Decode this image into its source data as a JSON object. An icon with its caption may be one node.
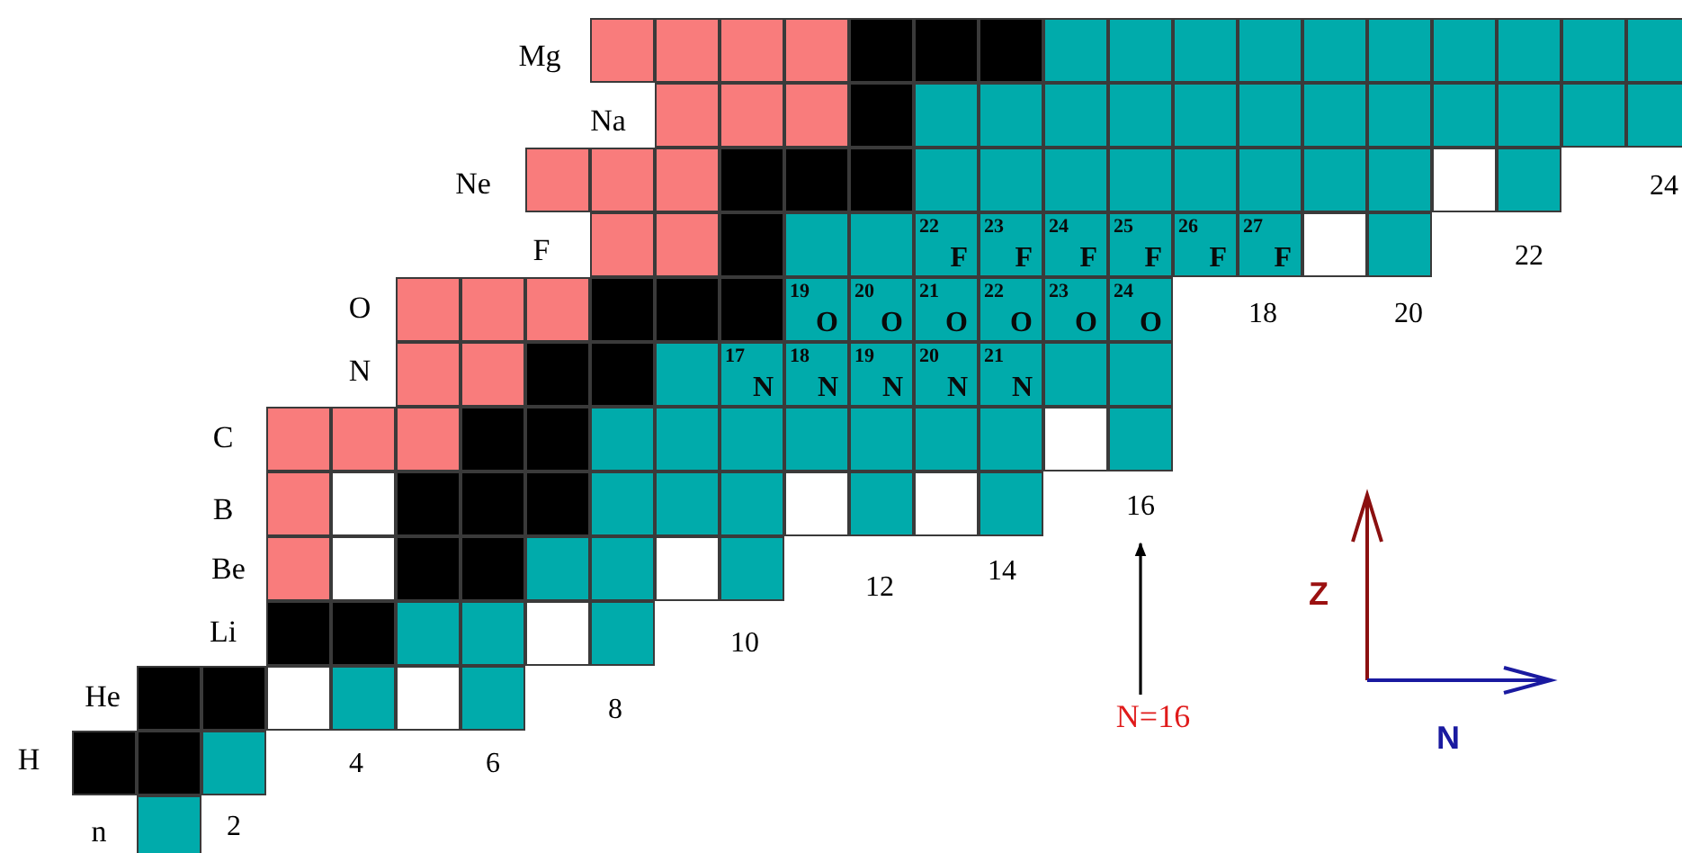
{
  "diagram": {
    "nodes": [
      {
        "text": [],
        "shape": "box"
      },
      {
        "text": [],
        "shape": "box"
      },
      {
        "text": [],
        "shape": "box"
      },
      {
        "text": [],
        "shape": "box"
      },
      {
        "text": [],
        "shape": "box"
      },
      {
        "text": [],
        "shape": "box"
      },
      {
        "text": [],
        "shape": "box"
      },
      {
        "text": [],
        "shape": "box"
      },
      {
        "text": [],
        "shape": "box"
      },
      {
        "text": [],
        "shape": "box"
      },
      {
        "text": [],
        "shape": "box"
      },
      {
        "text": [],
        "shape": "box"
      },
      {
        "text": [],
        "shape": "box"
      },
      {
        "text": [],
        "shape": "box"
      },
      {
        "text": [],
        "shape": "box"
      },
      {
        "text": [],
        "shape": "box"
      },
      {
        "text": [],
        "shape": "box"
      },
      {
        "text": [],
        "shape": "box"
      },
      {
        "text": [],
        "shape": "box"
      },
      {
        "text": [],
        "shape": "box"
      },
      {
        "text": [],
        "shape": "box"
      },
      {
        "text": [],
        "shape": "box"
      },
      {
        "text": [],
        "shape": "box"
      },
      {
        "text": [],
        "shape": "box"
      },
      {
        "text": [],
        "shape": "box"
      },
      {
        "text": [],
        "shape": "box"
      },
      {
        "text": [],
        "shape": "box"
      },
      {
        "text": [],
        "shape": "box"
      },
      {
        "text": [],
        "shape": "box"
      },
      {
        "text": [],
        "shape": "box"
      },
      {
        "text": [],
        "shape": "box"
      },
      {
        "text": [],
        "shape": "box"
      },
      {
        "text": [],
        "shape": "box"
      },
      {
        "text": [],
        "shape": "box"
      },
      {
        "text": [],
        "shape": "box"
      },
      {
        "text": [],
        "shape": "box"
      },
      {
        "text": [],
        "shape": "box"
      },
      {
        "text": [],
        "shape": "box"
      },
      {
        "text": [],
        "shape": "box"
      },
      {
        "text": [],
        "shape": "box"
      },
      {
        "text": [],
        "shape": "box"
      },
      {
        "text": [],
        "shape": "box"
      },
      {
        "text": [],
        "shape": "box"
      },
      {
        "text": [],
        "shape": "box"
      },
      {
        "text": [],
        "shape": "box"
      },
      {
        "text": [],
        "shape": "box"
      },
      {
        "text": [],
        "shape": "box"
      },
      {
        "text": [],
        "shape": "box"
      },
      {
        "text": [],
        "shape": "box"
      },
      {
        "text": [],
        "shape": "box"
      },
      {
        "text": [],
        "shape": "box"
      },
      {
        "text": [],
        "shape": "box"
      },
      {
        "text": [],
        "shape": "box"
      },
      {
        "text": [],
        "shape": "box"
      },
      {
        "text": [
          "$^{22}$F"
        ]
      },
      {
        "text": [
          "$^{23}$F"
        ]
      },
      {
        "text": [
          "$^{24}$F"
        ]
      },
      {
        "text": [
          "$^{25}$F"
        ]
      },
      {
        "text": [
          "$^{26}$F"
        ]
      },
      {
        "text": [
          "$^{27}$F"
        ]
      },
      {
        "text": [],
        "shape": "box"
      },
      {
        "text": [],
        "shape": "box"
      },
      {
        "text": [],
        "shape": "box"
      },
      {
        "text": [],
        "shape": "box"
      },
      {
        "text": [],
        "shape": "box"
      },
      {
        "text": [],
        "shape": "box"
      },
      {
        "text": [],
        "shape": "box"
      },
      {
        "text": [],
        "shape": "box"
      },
      {
        "text": [
          "$^{19}$O"
        ]
      },
      {
        "text": [
          "$^{20}$O"
        ]
      },
      {
        "text": [
          "$^{21}$O"
        ]
      },
      {
        "text": [
          "$^{22}$O"
        ]
      },
      {
        "text": [
          "$^{23}$O"
        ]
      },
      {
        "text": [
          "$^{24}$O"
        ]
      },
      {
        "text": [],
        "shape": "box"
      },
      {
        "text": [],
        "shape": "box"
      },
      {
        "text": [],
        "shape": "box"
      },
      {
        "text": [],
        "shape": "box"
      },
      {
        "text": [],
        "shape": "box"
      },
      {
        "text": [
          "$^{17}$N"
        ]
      },
      {
        "text": [
          "$^{18}$N"
        ]
      },
      {
        "text": [
          "$^{19}$N"
        ]
      },
      {
        "text": [
          "$^{20}$N"
        ]
      },
      {
        "text": [
          "$^{21}$N"
        ]
      },
      {
        "text": [],
        "shape": "box"
      },
      {
        "text": [],
        "shape": "box"
      },
      {
        "text": [],
        "shape": "box"
      },
      {
        "text": [],
        "shape": "box"
      },
      {
        "text": [],
        "shape": "box"
      },
      {
        "text": [],
        "shape": "box"
      },
      {
        "text": [],
        "shape": "box"
      },
      {
        "text": [],
        "shape": "box"
      },
      {
        "text": [],
        "shape": "box"
      },
      {
        "text": [],
        "shape": "box"
      },
      {
        "text": [],
        "shape": "box"
      },
      {
        "text": [],
        "shape": "box"
      },
      {
        "text": [],
        "shape": "box"
      },
      {
        "text": [],
        "shape": "box"
      },
      {
        "text": [],
        "shape": "box"
      },
      {
        "text": [],
        "shape": "box"
      },
      {
        "text": [],
        "shape": "box"
      },
      {
        "text": [],
        "shape": "box"
      },
      {
        "text": [],
        "shape": "box"
      },
      {
        "text": [],
        "shape": "box"
      },
      {
        "text": [],
        "shape": "box"
      },
      {
        "text": [],
        "shape": "box"
      },
      {
        "text": [],
        "shape": "box"
      },
      {
        "text": [],
        "shape": "box"
      },
      {
        "text": [],
        "shape": "box"
      },
      {
        "text": [],
        "shape": "box"
      },
      {
        "text": [],
        "shape": "box"
      },
      {
        "text": [],
        "shape": "box"
      },
      {
        "text": [],
        "shape": "box"
      },
      {
        "text": [],
        "shape": "box"
      },
      {
        "text": [],
        "shape": "box"
      },
      {
        "text": [],
        "shape": "box"
      },
      {
        "text": [],
        "shape": "box"
      },
      {
        "text": [],
        "shape": "box"
      },
      {
        "text": [],
        "shape": "box"
      },
      {
        "text": [],
        "shape": "box"
      },
      {
        "text": [],
        "shape": "box"
      },
      {
        "text": [],
        "shape": "box"
      },
      {
        "text": [],
        "shape": "box"
      },
      {
        "text": [],
        "shape": "box"
      },
      {
        "text": [],
        "shape": "box"
      },
      {
        "text": [],
        "shape": "box"
      },
      {
        "text": [],
        "shape": "box"
      },
      {
        "text": [],
        "shape": "box"
      },
      {
        "text": [],
        "shape": "box"
      },
      {
        "text": [],
        "shape": "box"
      },
      {
        "text": [],
        "shape": "box"
      },
      {
        "text": [],
        "shape": "box"
      },
      {
        "text": [],
        "shape": "box"
      },
      {
        "text": [],
        "shape": "box"
      },
      {
        "text": [],
        "shape": "box"
      },
      {
        "text": [],
        "shape": "box"
      },
      {
        "text": [
          "N=16"
        ]
      },
      {
        "text": [
          "16"
        ]
      }
    ],
    "edges": [
      {
        "from": 136,
        "to": 137,
        "arrow": "to"
      }
    ],
    "labels": [
      "Mg",
      "Na",
      "Ne",
      "24",
      "F",
      "22",
      "O",
      "18",
      "20",
      "N",
      "C",
      "B",
      "Be",
      "14",
      "12",
      "Z",
      "Li",
      "10",
      "He",
      "8",
      "N",
      "H",
      "4",
      "6",
      "n",
      "2"
    ]
  }
}
